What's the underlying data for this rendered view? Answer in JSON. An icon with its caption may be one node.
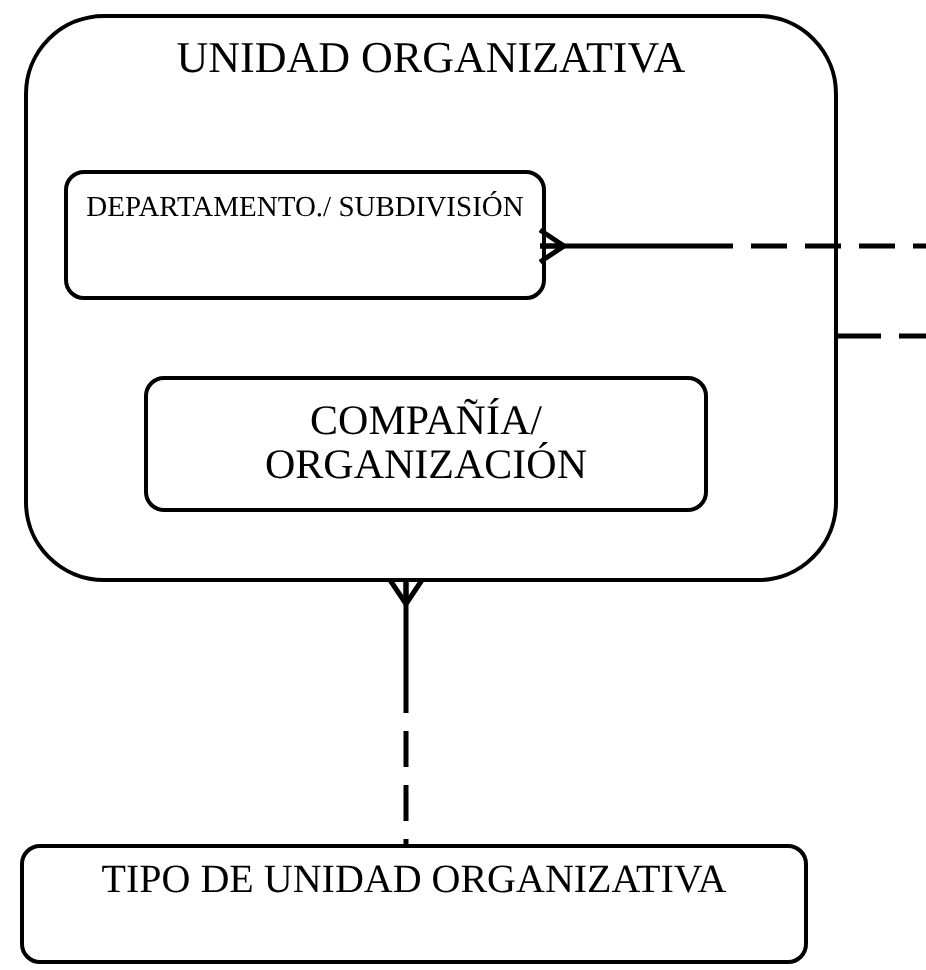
{
  "diagram": {
    "nodes": [
      {
        "text": [
          "UNIDAD ORGANIZATIVA"
        ]
      },
      {
        "text": [
          "DEPARTAMENTO./ SUBDIVISIÓN"
        ],
        "in": 0
      },
      {
        "text": [
          "COMPAÑÍA/ ORGANIZACIÓN"
        ],
        "in": 0
      },
      {
        "text": [
          "TIPO DE UNIDAD ORGANIZATIVA"
        ]
      }
    ],
    "edges": [
      {
        "from": 1,
        "to": null,
        "arrow": "other",
        "style": "dashed"
      },
      {
        "from": 0,
        "to": null,
        "arrow": "none",
        "style": "dashed"
      },
      {
        "from": 0,
        "to": 3,
        "arrow": "other",
        "style": "dashed"
      }
    ]
  }
}
